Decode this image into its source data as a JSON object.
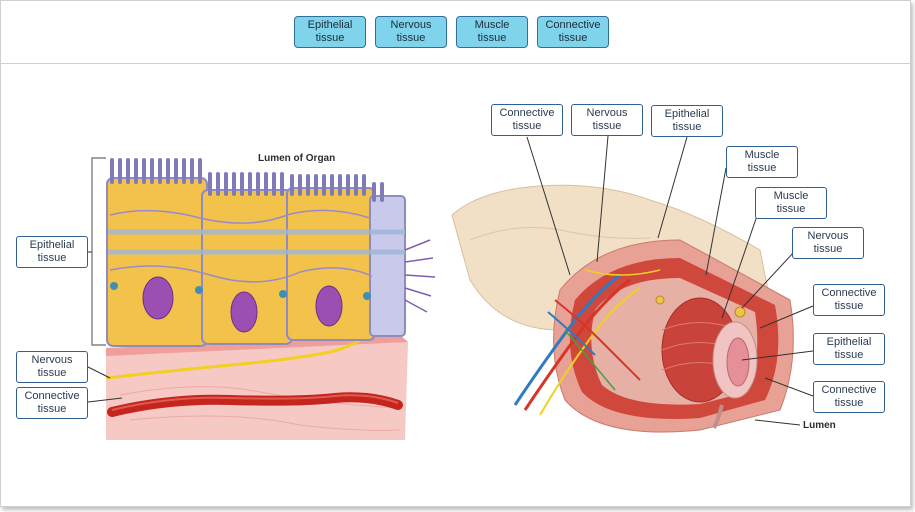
{
  "word_bank": [
    {
      "label": "Epithelial\ntissue"
    },
    {
      "label": "Nervous\ntissue"
    },
    {
      "label": "Muscle\ntissue"
    },
    {
      "label": "Connective\ntissue"
    }
  ],
  "left_figure": {
    "caption": "Lumen of Organ",
    "labels": [
      {
        "label": "Epithelial\ntissue"
      },
      {
        "label": "Nervous\ntissue"
      },
      {
        "label": "Connective\ntissue"
      }
    ]
  },
  "right_figure": {
    "caption": "Lumen",
    "labels": [
      {
        "label": "Connective\ntissue"
      },
      {
        "label": "Nervous\ntissue"
      },
      {
        "label": "Epithelial\ntissue"
      },
      {
        "label": "Muscle\ntissue"
      },
      {
        "label": "Muscle\ntissue"
      },
      {
        "label": "Nervous\ntissue"
      },
      {
        "label": "Connective\ntissue"
      },
      {
        "label": "Epithelial\ntissue"
      },
      {
        "label": "Connective\ntissue"
      }
    ]
  },
  "colors": {
    "bank_fill": "#7fd3ea",
    "label_border": "#2f5f95",
    "epithelium": "#f2c24a",
    "nucleus": "#9b4fb3",
    "connective": "#f6c9c4",
    "vessel": "#c4261f",
    "nerve": "#f0d021",
    "muscle": "#c9433a"
  }
}
